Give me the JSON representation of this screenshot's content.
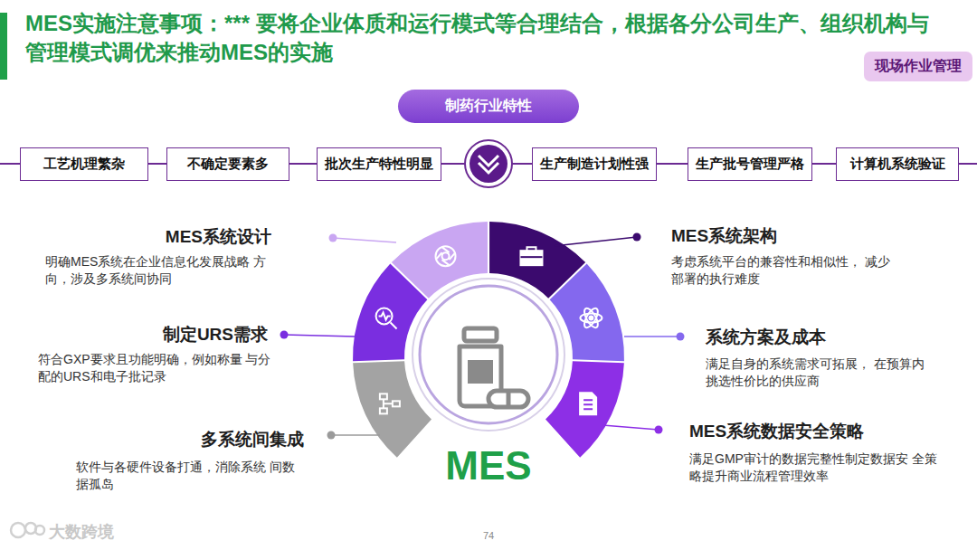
{
  "diagram": {
    "title": "MES实施注意事项：*** 要将企业体质和运行模式等合理结合，根据各分公司生产、组织机构与管理模式调优来推动MES的实施",
    "nodes": [
      {
        "text": [
          "现场作业管理"
        ]
      },
      {
        "text": [
          "制药行业特性"
        ]
      },
      {
        "text": [
          "工艺机理繁杂"
        ]
      },
      {
        "text": [
          "不确定要素多"
        ]
      },
      {
        "text": [
          "批次生产特性明显"
        ]
      },
      {
        "text": [
          "生产制造计划性强"
        ]
      },
      {
        "text": [
          "生产批号管理严格"
        ]
      },
      {
        "text": [
          "计算机系统验证"
        ]
      }
    ],
    "edges": [
      {
        "from": 2,
        "to": 3,
        "arrow": "none"
      },
      {
        "from": 3,
        "to": 4,
        "arrow": "none"
      },
      {
        "from": 4,
        "to": 5,
        "arrow": "none"
      },
      {
        "from": 5,
        "to": 6,
        "arrow": "none"
      },
      {
        "from": 6,
        "to": 7,
        "arrow": "none"
      }
    ],
    "labels": [
      "MES系统设计",
      "明确MES系统在企业信息化发展战略 方向，涉及多系统间协同",
      "制定URS需求",
      "符合GXP要求且功能明确，例如称量 与分配的URS和电子批记录",
      "多系统间集成",
      "软件与各硬件设备打通，消除系统 间数据孤岛",
      "MES系统架构",
      "考虑系统平台的兼容性和相似性， 减少部署的执行难度",
      "系统方案及成本",
      "满足自身的系统需求可拓展， 在预算内挑选性价比的供应商",
      "MES系统数据安全策略",
      "满足GMP审计的数据完整性制定数据安 全策略提升商业流程管理效率",
      "MES",
      "74",
      "大数跨境"
    ]
  }
}
